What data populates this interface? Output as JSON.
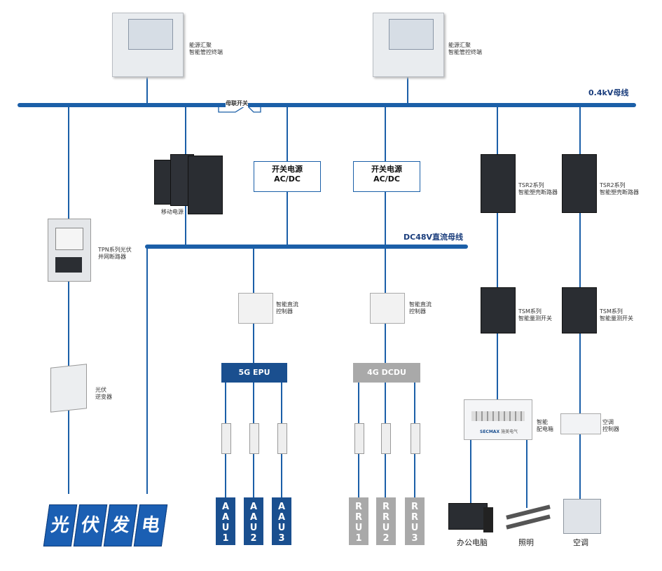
{
  "bus": {
    "ac_label": "0.4kV母线",
    "dc_label": "DC48V直流母线",
    "tie_switch_label": "母联开关"
  },
  "terminals": [
    {
      "line1": "能源汇聚",
      "line2": "智能管控终端"
    },
    {
      "line1": "能源汇聚",
      "line2": "智能管控终端"
    }
  ],
  "mobile_power": {
    "label": "移动电源"
  },
  "tpn_breaker": {
    "line1": "TPN系列光伏",
    "line2": "并网断路器"
  },
  "inverter": {
    "line1": "光伏",
    "line2": "逆变器"
  },
  "solar_panels": [
    "光",
    "伏",
    "发",
    "电"
  ],
  "rectifiers": [
    {
      "line1": "开关电源",
      "line2": "AC/DC"
    },
    {
      "line1": "开关电源",
      "line2": "AC/DC"
    }
  ],
  "dc_controllers": [
    {
      "line1": "智能直流",
      "line2": "控制器"
    },
    {
      "line1": "智能直流",
      "line2": "控制器"
    }
  ],
  "epu": {
    "label": "5G EPU",
    "color": "#1a4f8f"
  },
  "dcdu": {
    "label": "4G DCDU",
    "color": "#a9a9a9"
  },
  "aau": [
    [
      "A",
      "A",
      "U",
      "1"
    ],
    [
      "A",
      "A",
      "U",
      "2"
    ],
    [
      "A",
      "A",
      "U",
      "3"
    ]
  ],
  "rru": [
    [
      "R",
      "R",
      "U",
      "1"
    ],
    [
      "R",
      "R",
      "U",
      "2"
    ],
    [
      "R",
      "R",
      "U",
      "3"
    ]
  ],
  "tsr2": [
    {
      "line1": "TSR2系列",
      "line2": "智能塑壳断路器"
    },
    {
      "line1": "TSR2系列",
      "line2": "智能塑壳断路器"
    }
  ],
  "tsm": [
    {
      "line1": "TSM系列",
      "line2": "智能量测开关"
    },
    {
      "line1": "TSM系列",
      "line2": "智能量测开关"
    }
  ],
  "distribution_box": {
    "line1": "智能",
    "line2": "配电箱",
    "brand": "SECMAX",
    "brand_sub": "施美电气"
  },
  "ac_controller": {
    "line1": "空调",
    "line2": "控制器"
  },
  "loads": {
    "office": "办公电脑",
    "lighting": "照明",
    "aircon": "空调"
  },
  "colors": {
    "bus": "#1b5fa8",
    "line": "#1b5fa8",
    "epu": "#1a4f8f",
    "dcdu": "#a9a9a9",
    "aau": "#1a4f8f",
    "rru": "#a9a9a9"
  }
}
